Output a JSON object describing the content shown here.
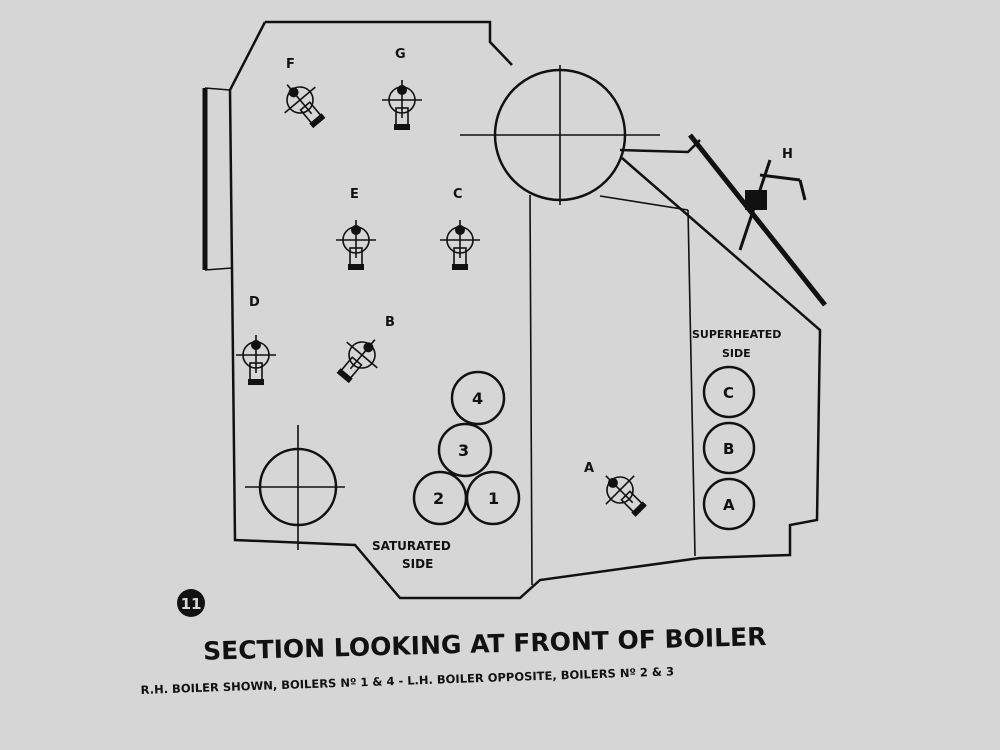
{
  "figure_number": "11",
  "title": "SECTION LOOKING AT FRONT OF BOILER",
  "subtitle": "R.H. BOILER SHOWN, BOILERS Nº 1 & 4 - L.H. BOILER OPPOSITE, BOILERS Nº 2 & 3",
  "saturated_side": {
    "line1": "SATURATED",
    "line2": "SIDE",
    "tubes": [
      "1",
      "2",
      "3",
      "4"
    ]
  },
  "superheated_side": {
    "line1": "SUPERHEATED",
    "line2": "SIDE",
    "tubes": [
      "A",
      "B",
      "C"
    ]
  },
  "valves": [
    "F",
    "G",
    "E",
    "C",
    "D",
    "B",
    "A",
    "H"
  ],
  "colors": {
    "background": "#d6d6d6",
    "ink": "#111111"
  }
}
